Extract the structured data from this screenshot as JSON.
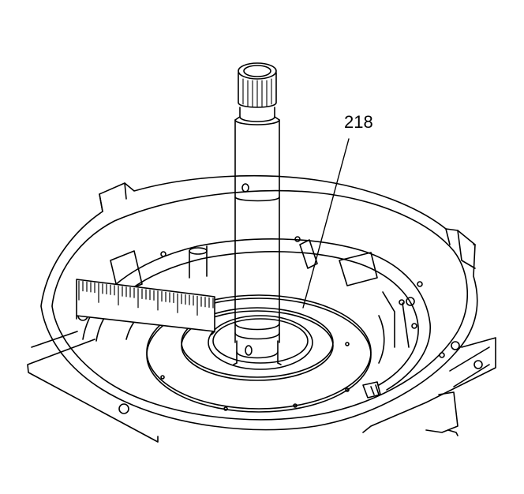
{
  "figure": {
    "callout": "218",
    "stroke_color": "#000000",
    "fill_color": "#ffffff"
  },
  "parts": {
    "shaft": "input-shaft",
    "scale": "measuring-scale",
    "washer": "thrust-washer",
    "housing": "transmission-case"
  }
}
